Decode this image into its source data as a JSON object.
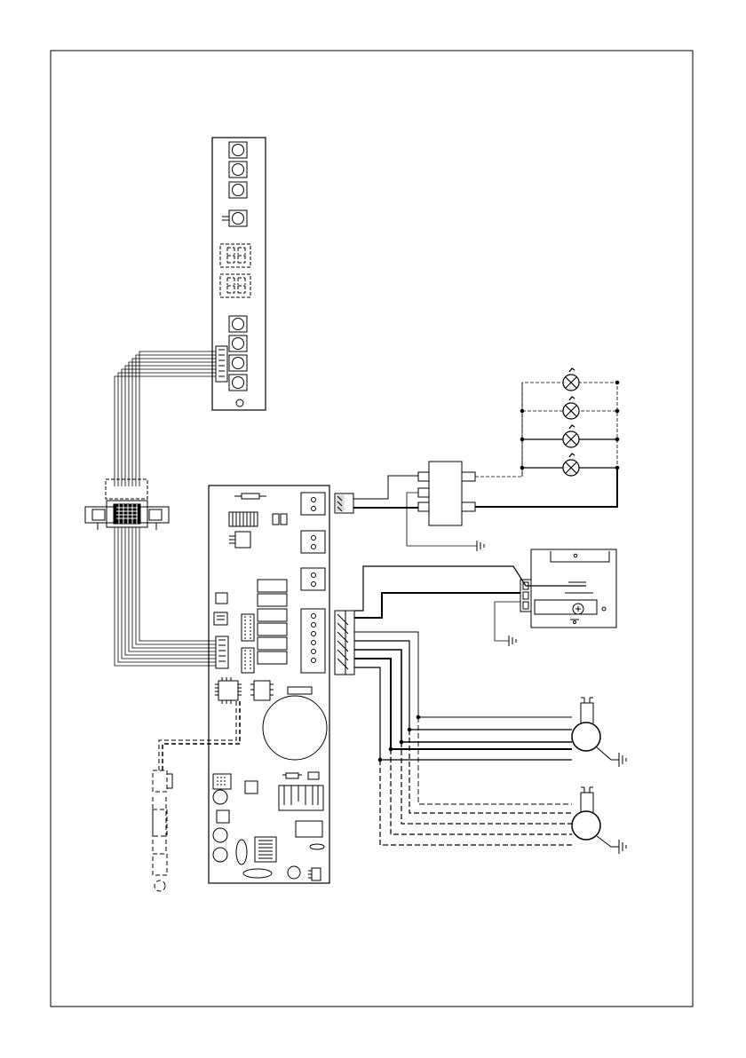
{
  "diagram": {
    "type": "wiring-diagram",
    "components": [
      "control-panel",
      "connector-block",
      "main-control-board",
      "transformer",
      "lamps",
      "power-terminal-block",
      "motor-1",
      "motor-2",
      "sensor-cable"
    ],
    "colors": {
      "line": "#000000",
      "background": "#ffffff"
    }
  }
}
